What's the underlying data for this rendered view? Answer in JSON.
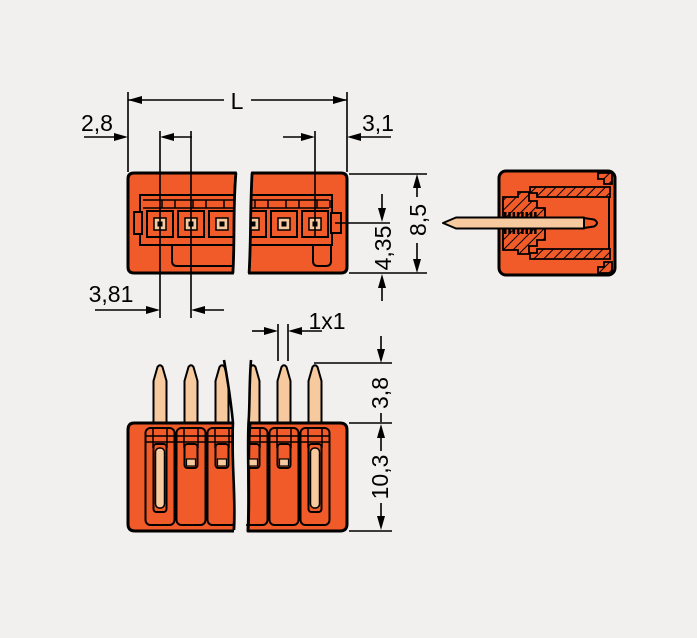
{
  "page": {
    "background_color": "#F1F0EE",
    "description": "Technical dimensional drawing of an orange male PCB header connector, three views with a broken-out (variable length) middle section"
  },
  "drawing": {
    "colors": {
      "body_orange": "#F15A29",
      "pin_tan": "#F7C99E",
      "outline_black": "#000000"
    },
    "front_view": {
      "dims": {
        "total_length": "L",
        "left_edge_to_first_pin": "2,8",
        "last_pin_to_right_edge": "3,1",
        "pin_pitch": "3,81",
        "housing_height": "8,5",
        "pin_axis_to_bottom": "4,35"
      }
    },
    "bottom_view": {
      "dims": {
        "pin_cross_section": "1x1",
        "solder_pin_length": "3,8",
        "housing_depth": "10,3"
      }
    }
  }
}
